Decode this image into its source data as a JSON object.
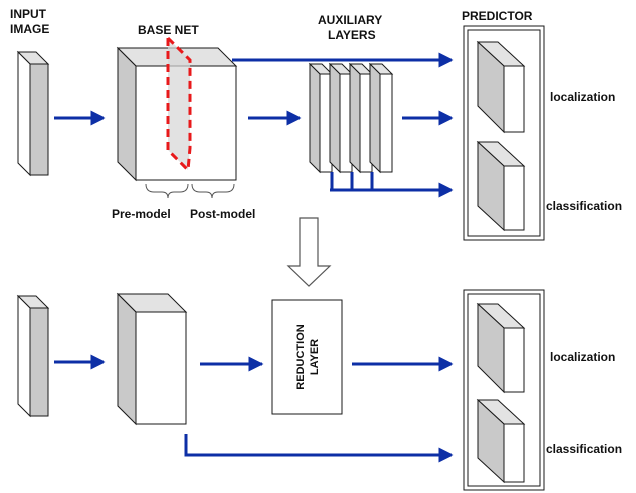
{
  "top": {
    "input_image": [
      "INPUT",
      "IMAGE"
    ],
    "base_net": "BASE NET",
    "auxiliary_layers": [
      "AUXILIARY",
      "LAYERS"
    ],
    "predictor": "PREDICTOR",
    "localization": "localization",
    "classification": "classification",
    "pre_model": "Pre-model",
    "post_model": "Post-model"
  },
  "bottom": {
    "reduction_layer": [
      "REDUCTION",
      "LAYER"
    ],
    "localization": "localization",
    "classification": "classification"
  },
  "colors": {
    "arrow": "#0d2fa6",
    "split": "#e8191b",
    "face": "#ffffff",
    "side": "#c9c9c9",
    "top_face": "#e3e3e3",
    "outline": "#1a1a1a"
  }
}
